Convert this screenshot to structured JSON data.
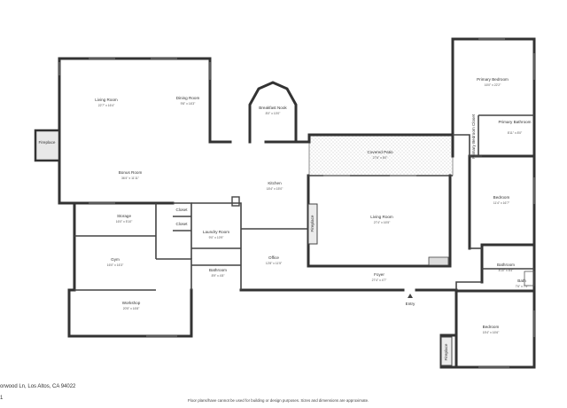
{
  "address": "orwood Ln, Los Altos, CA 94022",
  "sheet_number": "1",
  "disclaimer": "Floor plans/have cannot be used for building or design purposes. Sizes and dimensions are approximate.",
  "entry_label": "Entry",
  "rooms": {
    "living_room_west": {
      "name": "Living Room",
      "dim": "22'7\" x 16'4\""
    },
    "dining_room": {
      "name": "Dining Room",
      "dim": "9'8\" x 16'3\""
    },
    "breakfast_nook": {
      "name": "Breakfast Nook",
      "dim": "8'0\" x 10'0\""
    },
    "fireplace_west": {
      "name": "Fireplace"
    },
    "bonus_room": {
      "name": "Bonus Room",
      "dim": "36'4\" x 11'11\""
    },
    "kitchen": {
      "name": "Kitchen",
      "dim": "18'4\" x 15'0\""
    },
    "covered_patio": {
      "name": "Covered Patio",
      "dim": "27'6\" x 8'0\""
    },
    "primary_bedroom": {
      "name": "Primary Bedroom",
      "dim": "16'0\" x 22'2\""
    },
    "primary_bathroom": {
      "name": "Primary Bathroom",
      "dim": "8'11\" x 8'0\""
    },
    "primary_closet": {
      "name": "Primary Bedroom Closet"
    },
    "bedroom_east": {
      "name": "Bedroom",
      "dim": "11'4\" x 16'7\""
    },
    "storage": {
      "name": "Storage",
      "dim": "16'0\" x 5'10\""
    },
    "closet_a": {
      "name": "Closet"
    },
    "closet_b": {
      "name": "Closet"
    },
    "laundry_room": {
      "name": "Laundry Room",
      "dim": "9'0\" x 10'9\""
    },
    "fireplace_center": {
      "name": "Fireplace"
    },
    "living_room_center": {
      "name": "Living Room",
      "dim": "27'4\" x 16'5\""
    },
    "bathroom_east": {
      "name": "Bathroom",
      "dim": "8'10\" x 8'4\""
    },
    "gym": {
      "name": "Gym",
      "dim": "16'0\" x 16'3\""
    },
    "office": {
      "name": "Office",
      "dim": "12'8\" x 11'5\""
    },
    "bathroom_center": {
      "name": "Bathroom",
      "dim": "8'9\" x 4'8\""
    },
    "foyer": {
      "name": "Foyer",
      "dim": "27'4\" x 4'7\""
    },
    "bath": {
      "name": "Bath",
      "dim": "7'6\" x 7'5\""
    },
    "workshop": {
      "name": "Workshop",
      "dim": "20'5\" x 16'8\""
    },
    "bedroom_southeast": {
      "name": "Bedroom",
      "dim": "15'4\" x 16'6\""
    },
    "fireplace_east": {
      "name": "Fireplace"
    }
  }
}
